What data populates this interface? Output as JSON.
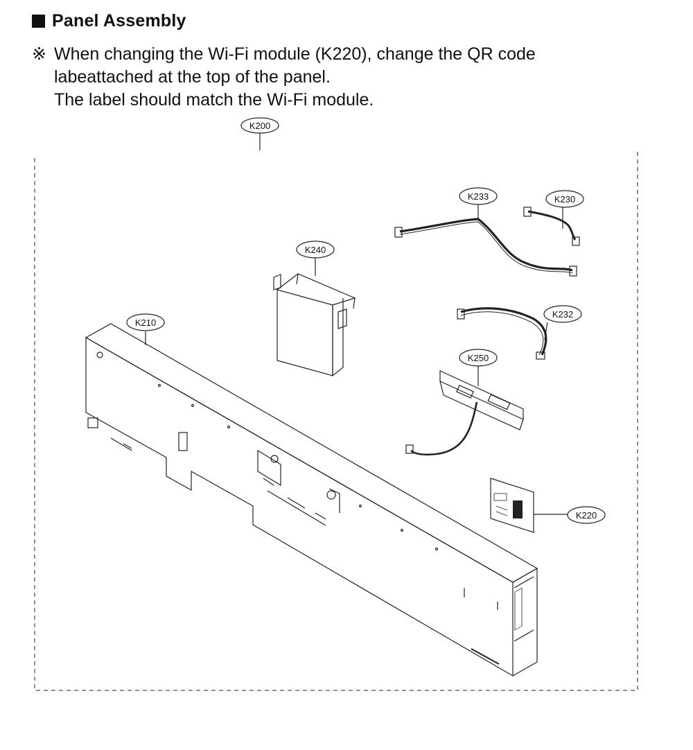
{
  "title": "Panel Assembly",
  "note": {
    "mark": "※",
    "line1": "When changing the Wi-Fi module (K220), change the QR code",
    "line2": "labeattached at the top of the panel.",
    "line3": "The label should match the Wi-Fi module."
  },
  "callouts": {
    "assembly": "K200",
    "panel": "K210",
    "wifi_module": "K220",
    "harness_a": "K230",
    "harness_b": "K232",
    "harness_c": "K233",
    "pcb_module": "K240",
    "switch_board": "K250"
  }
}
